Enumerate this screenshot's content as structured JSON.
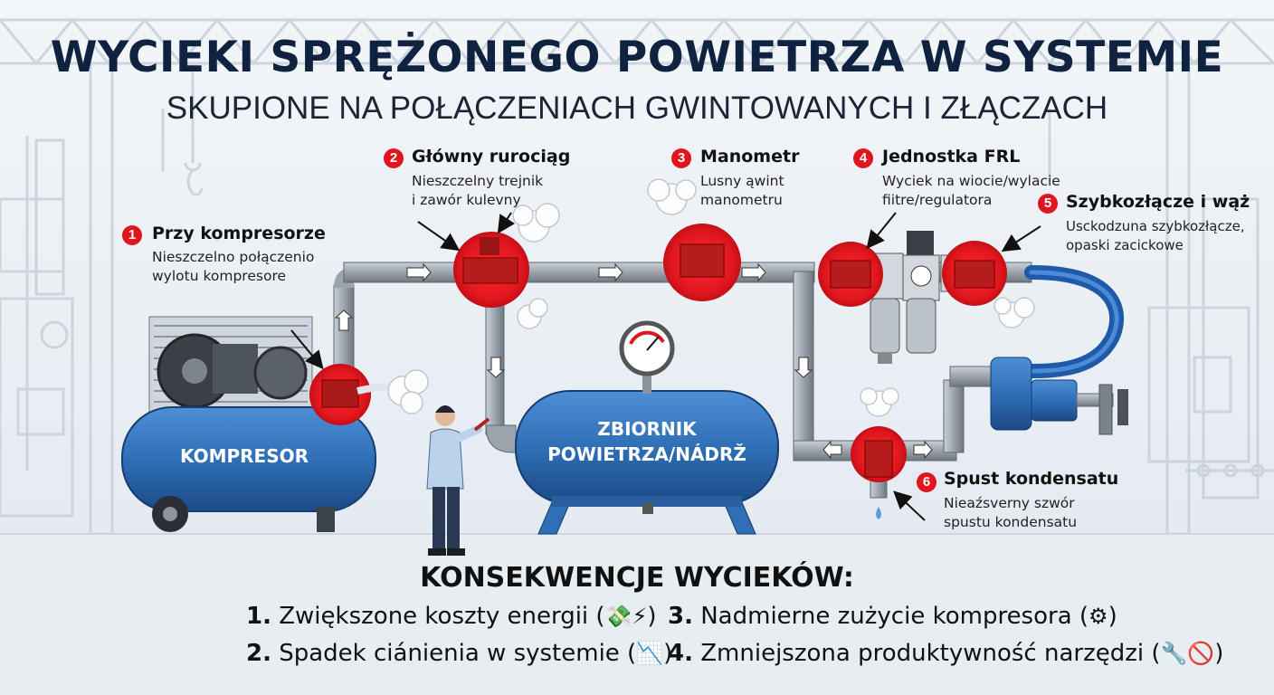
{
  "title": "WYCIEKI SPRĘŻONEGO POWIETRZA W SYSTEMIE",
  "subtitle": "SKUPIONE NA POŁĄCZENIACH GWINTOWANYCH I ZŁĄCZACH",
  "compressor_label": "KOMPRESOR",
  "tank_label_line1": "ZBIORNIK",
  "tank_label_line2": "POWIETRZA/NÁDRŽ",
  "leaks": [
    {
      "num": "1",
      "title": "Przy kompresorze",
      "line1": "Nieszczelno połączenio",
      "line2": "wylotu kompresore"
    },
    {
      "num": "2",
      "title": "Główny rurociąg",
      "line1": "Nieszczelny trejnik",
      "line2": "i zawór kulevny"
    },
    {
      "num": "3",
      "title": "Manometr",
      "line1": "Lusny ąwint",
      "line2": "manometru"
    },
    {
      "num": "4",
      "title": "Jednostka FRL",
      "line1": "Wyciek na wiocie/wylacie",
      "line2": "fiitre/regulatora"
    },
    {
      "num": "5",
      "title": "Szybkozłącze i wąż",
      "line1": "Usckodzuna szybkozłącze,",
      "line2": "opaski zacickowe"
    },
    {
      "num": "6",
      "title": "Spust kondensatu",
      "line1": "Nieaźsverny szwór",
      "line2": "spustu kondensatu"
    }
  ],
  "consequences_title": "KONSEKWENCJE WYCIEKÓW:",
  "consequences": [
    {
      "num": "1.",
      "text": "Zwiększone koszty energii (",
      "icon": "💸⚡",
      "close": ")"
    },
    {
      "num": "2.",
      "text": "Spadek ciánienia w systemie (",
      "icon": "📉",
      "close": ")"
    },
    {
      "num": "3.",
      "text": "Nadmierne zużycie kompresora (",
      "icon": "⚙",
      "close": ")"
    },
    {
      "num": "4.",
      "text": "Zmniejszona produktywność narzędzi (",
      "icon": "🔧🚫",
      "close": ")"
    }
  ],
  "colors": {
    "leak_red": "#e0161e",
    "equipment_blue": "#2f6fb6",
    "pipe_grey": "#9aa3ad",
    "title_navy": "#0f2340"
  }
}
